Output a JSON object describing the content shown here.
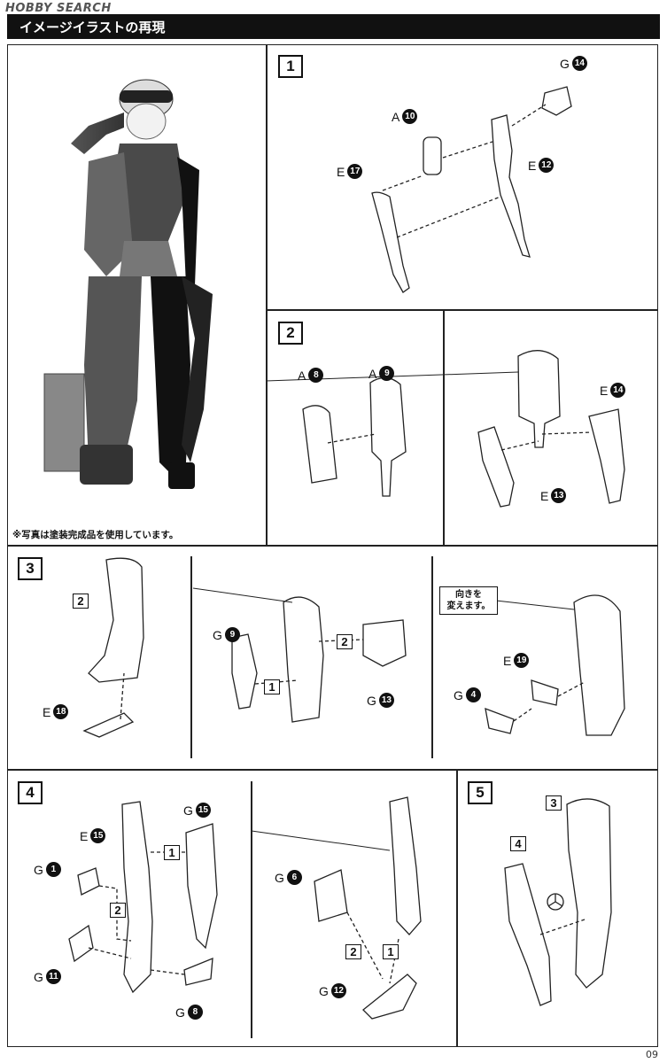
{
  "watermark": "HOBBY SEARCH",
  "header": {
    "title": "イメージイラストの再現"
  },
  "caption": "※写真は塗装完成品を使用しています。",
  "page_number": "09",
  "callout": {
    "line1": "向きを",
    "line2": "変えます。"
  },
  "steps": {
    "s1": {
      "label": "1",
      "parts": [
        {
          "letter": "A",
          "num": "10"
        },
        {
          "letter": "G",
          "num": "14"
        },
        {
          "letter": "E",
          "num": "17"
        },
        {
          "letter": "E",
          "num": "12"
        }
      ]
    },
    "s2": {
      "label": "2",
      "parts": [
        {
          "letter": "A",
          "num": "8"
        },
        {
          "letter": "A",
          "num": "9"
        },
        {
          "letter": "E",
          "num": "14"
        },
        {
          "letter": "E",
          "num": "13"
        }
      ]
    },
    "s3": {
      "label": "3",
      "ref": "2",
      "sub1": "1",
      "sub2": "2",
      "parts": [
        {
          "letter": "E",
          "num": "18"
        },
        {
          "letter": "G",
          "num": "9"
        },
        {
          "letter": "G",
          "num": "13"
        },
        {
          "letter": "E",
          "num": "19"
        },
        {
          "letter": "G",
          "num": "4"
        }
      ]
    },
    "s4": {
      "label": "4",
      "sub1": "1",
      "sub2": "2",
      "parts": [
        {
          "letter": "G",
          "num": "15"
        },
        {
          "letter": "E",
          "num": "15"
        },
        {
          "letter": "G",
          "num": "1"
        },
        {
          "letter": "G",
          "num": "11"
        },
        {
          "letter": "G",
          "num": "8"
        },
        {
          "letter": "G",
          "num": "6"
        },
        {
          "letter": "G",
          "num": "12"
        }
      ]
    },
    "s5": {
      "label": "5",
      "ref_a": "3",
      "ref_b": "4"
    }
  }
}
